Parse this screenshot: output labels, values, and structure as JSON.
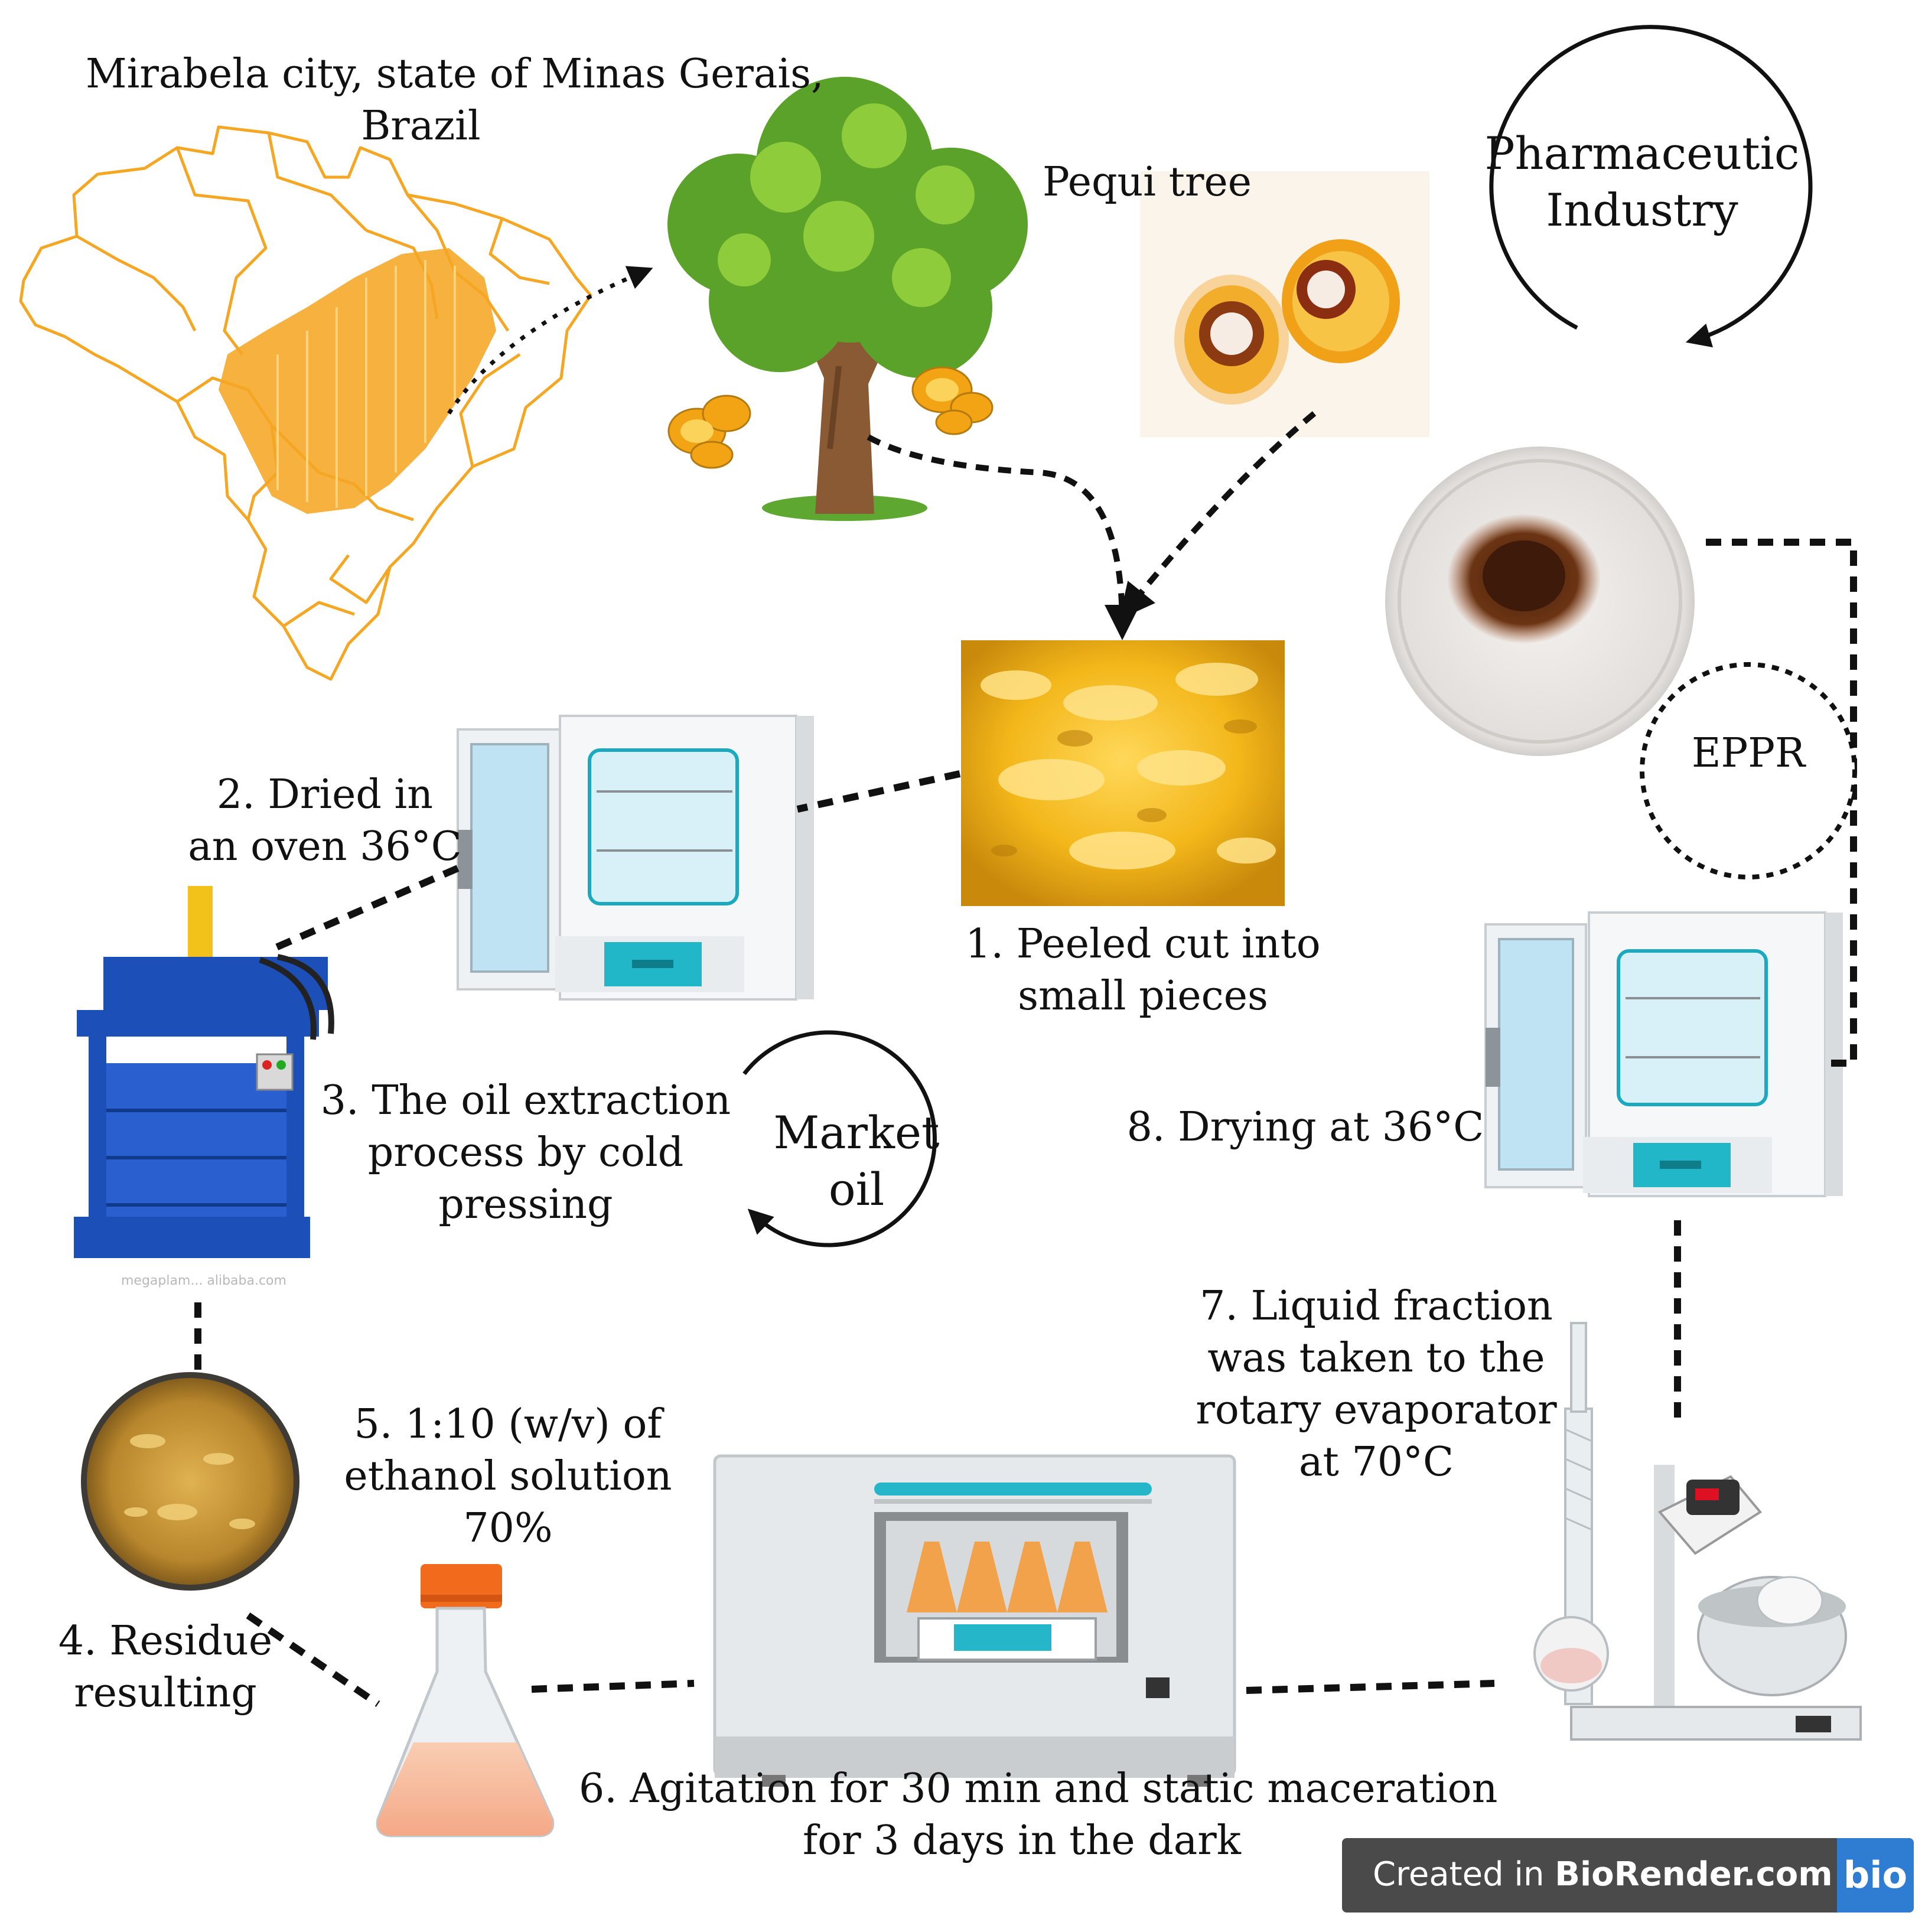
{
  "location": {
    "line1": "Mirabela city, state of Minas Gerais,",
    "line2": "Brazil"
  },
  "tree_label": "Pequi tree",
  "industry": {
    "line1": "Pharmaceutic",
    "line2": "Industry"
  },
  "eppr_label": "EPPR",
  "market": {
    "line1": "Market",
    "line2": "oil"
  },
  "steps": {
    "s1": {
      "line1": "1.  Peeled cut into",
      "line2": "small pieces"
    },
    "s2": {
      "line1": "2. Dried in",
      "line2": "an oven 36°C"
    },
    "s3": {
      "line1": "3. The oil extraction",
      "line2": "process by cold",
      "line3": "pressing"
    },
    "s4": {
      "line1": "4. Residue",
      "line2": "resulting"
    },
    "s5": {
      "line1": "5. 1:10 (w/v) of",
      "line2": "ethanol solution",
      "line3": "70%"
    },
    "s6": {
      "line1": "6. Agitation for 30 min and static maceration",
      "line2": "for 3 days in the dark"
    },
    "s7": {
      "line1": "7. Liquid fraction",
      "line2": "was taken to the",
      "line3": "rotary evaporator",
      "line4": "at 70°C"
    },
    "s8": {
      "line1": "8. Drying at 36°C"
    }
  },
  "watermark": "megaplam... alibaba.com",
  "badge": {
    "prefix": "Created in ",
    "brand": "BioRender.com",
    "logo": "bio"
  },
  "colors": {
    "brazil_outline": "#f5a623",
    "state_fill": "#f5a623",
    "press_blue": "#1c4fb8",
    "pulp_yellow": "#f3b71a",
    "pequi_orange": "#f2a414",
    "flask_cap": "#f26a1b",
    "shaker_accent": "#25b7c9",
    "arrow": "#111111"
  }
}
